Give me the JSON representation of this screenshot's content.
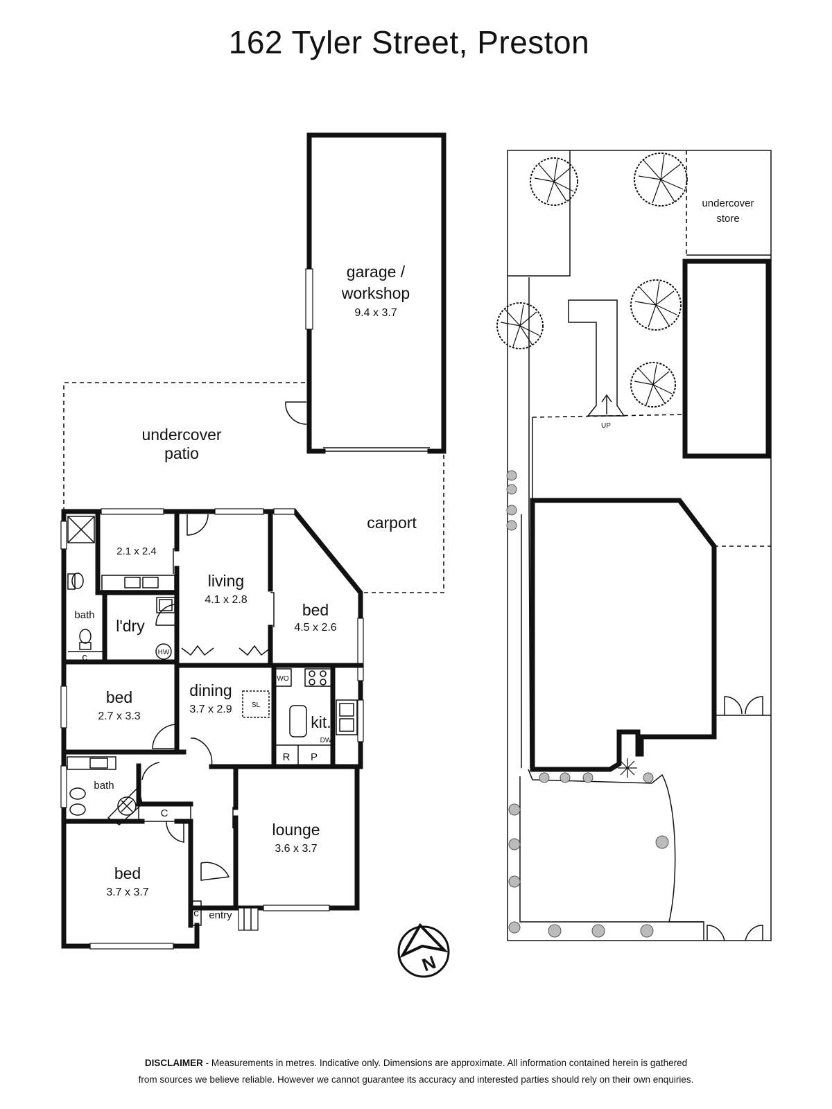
{
  "title": "162 Tyler Street, Preston",
  "rooms": {
    "garage_name": "garage /",
    "garage_name2": "workshop",
    "garage_dim": "9.4 x 3.7",
    "patio_name": "undercover",
    "patio_name2": "patio",
    "carport": "carport",
    "room_small_dim": "2.1 x 2.4",
    "living_name": "living",
    "living_dim": "4.1 x 2.8",
    "bed1_name": "bed",
    "bed1_dim": "4.5 x 2.6",
    "bath1": "bath",
    "laundry": "l'dry",
    "hw": "HW",
    "cupboard": "c",
    "bed2_name": "bed",
    "bed2_dim": "2.7 x 3.3",
    "dining_name": "dining",
    "dining_dim": "3.7 x 2.9",
    "sl": "SL",
    "wo": "WO",
    "kit": "kit.",
    "dw": "DW",
    "r": "R",
    "p": "P",
    "bath2": "bath",
    "cupboard2": "C",
    "lounge_name": "lounge",
    "lounge_dim": "3.6 x 3.7",
    "bed3_name": "bed",
    "bed3_dim": "3.7 x 3.7",
    "cupboard3": "c",
    "entry": "entry"
  },
  "site": {
    "store_name": "undercover",
    "store_name2": "store",
    "up": "UP"
  },
  "compass": {
    "north": "N"
  },
  "disclaimer": {
    "bold": "DISCLAIMER",
    "line1": " - Measurements in metres. Indicative only. Dimensions are approximate. All information contained herein is gathered",
    "line2": "from sources we believe reliable. However we cannot guarantee its accuracy and interested parties should rely on their own enquiries."
  }
}
